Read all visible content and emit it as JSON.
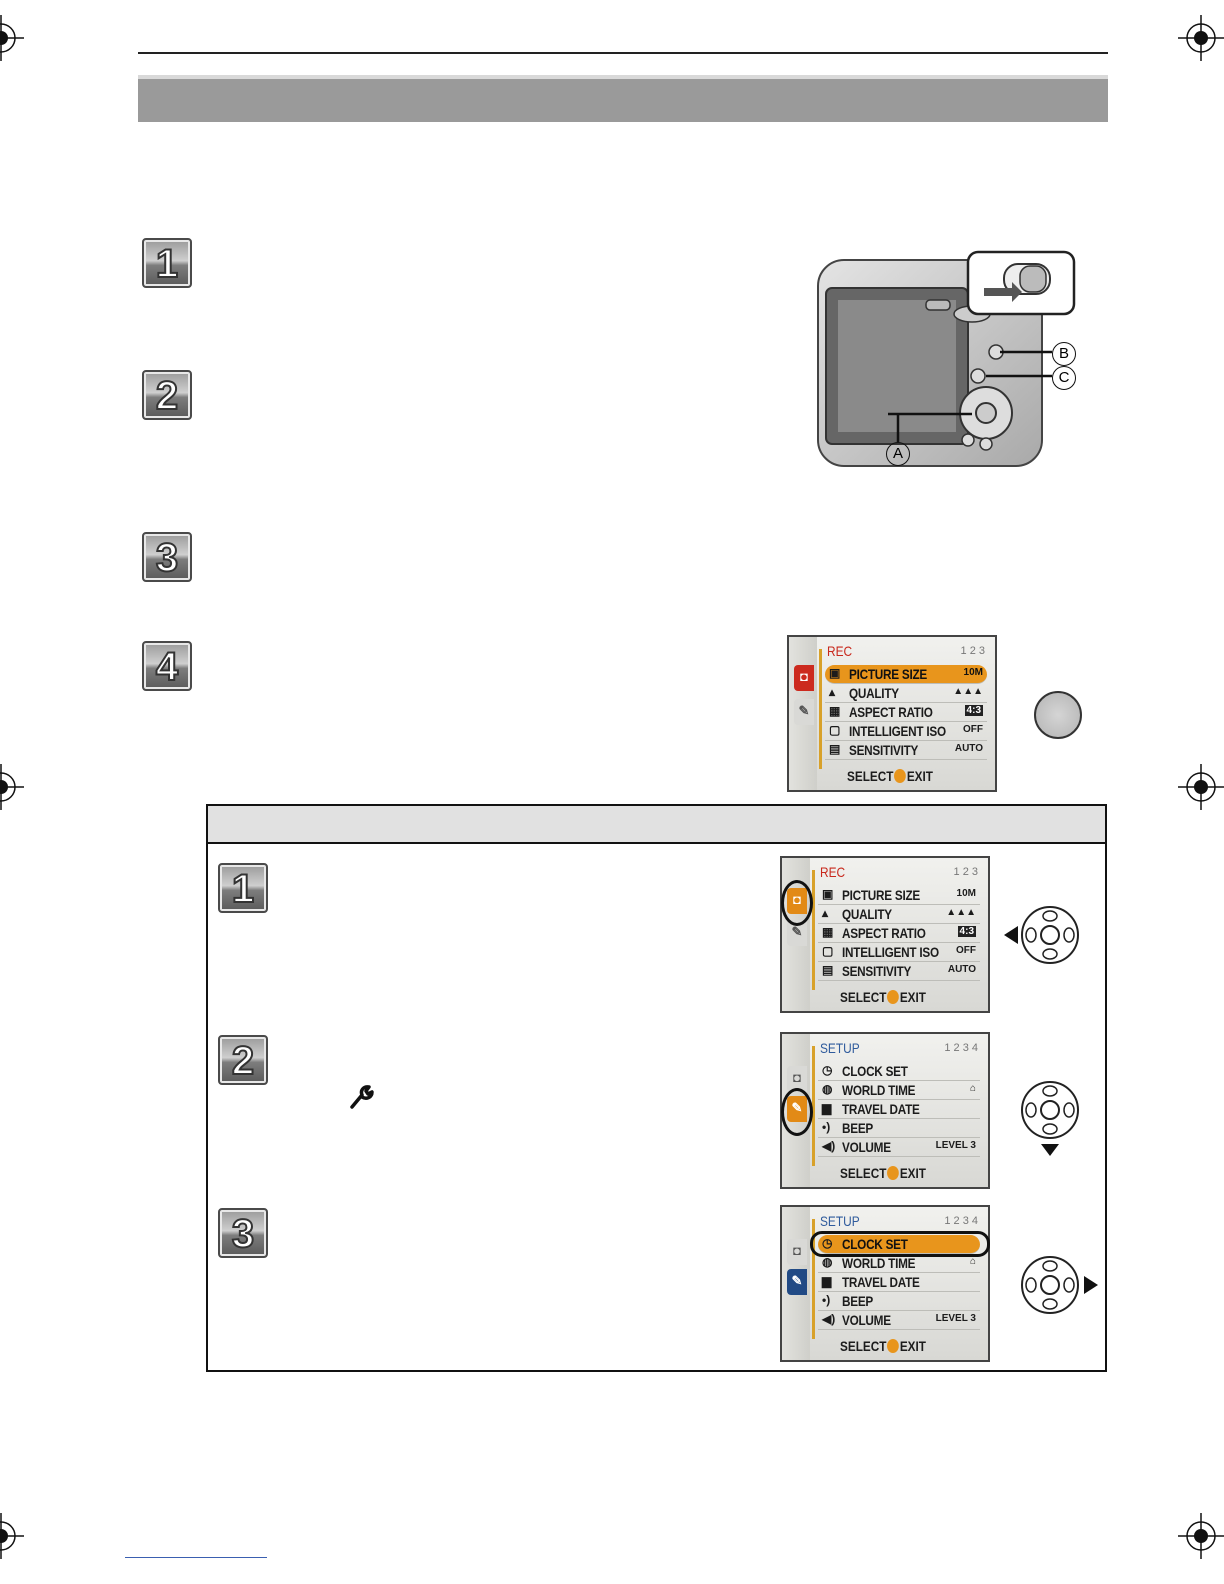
{
  "steps_main": [
    {
      "number": "1"
    },
    {
      "number": "2"
    },
    {
      "number": "3"
    },
    {
      "number": "4"
    }
  ],
  "steps_sub": [
    {
      "number": "1"
    },
    {
      "number": "2"
    },
    {
      "number": "3"
    }
  ],
  "camera": {
    "callout_a": "A",
    "callout_b": "B",
    "callout_c": "C"
  },
  "menu_rec": {
    "title": "REC",
    "page": "1 2 3",
    "items": [
      {
        "label": "PICTURE SIZE",
        "icon": "picture-size-icon",
        "value": "10M"
      },
      {
        "label": "QUALITY",
        "icon": "quality-icon",
        "value": "▲▲▲"
      },
      {
        "label": "ASPECT RATIO",
        "icon": "aspect-ratio-icon",
        "value": "4:3"
      },
      {
        "label": "INTELLIGENT ISO",
        "icon": "intelligent-iso-icon",
        "value": "OFF"
      },
      {
        "label": "SENSITIVITY",
        "icon": "sensitivity-icon",
        "value": "AUTO"
      }
    ],
    "footer_select": "SELECT",
    "footer_exit": "EXIT"
  },
  "menu_setup": {
    "title": "SETUP",
    "page": "1 2 3 4",
    "items": [
      {
        "label": "CLOCK SET",
        "icon": "clock-icon",
        "value": ""
      },
      {
        "label": "WORLD TIME",
        "icon": "globe-icon",
        "value": "⌂"
      },
      {
        "label": "TRAVEL DATE",
        "icon": "suitcase-icon",
        "value": ""
      },
      {
        "label": "BEEP",
        "icon": "beep-icon",
        "value": ""
      },
      {
        "label": "VOLUME",
        "icon": "volume-icon",
        "value": "LEVEL 3"
      }
    ],
    "footer_select": "SELECT",
    "footer_exit": "EXIT"
  },
  "icons": {
    "wrench": "wrench-icon"
  },
  "colors": {
    "highlight": "#e8951c",
    "rec_tab": "#cc2a1e",
    "setup_title": "#2f5b9c",
    "title_bar": "#9a9a9a"
  }
}
